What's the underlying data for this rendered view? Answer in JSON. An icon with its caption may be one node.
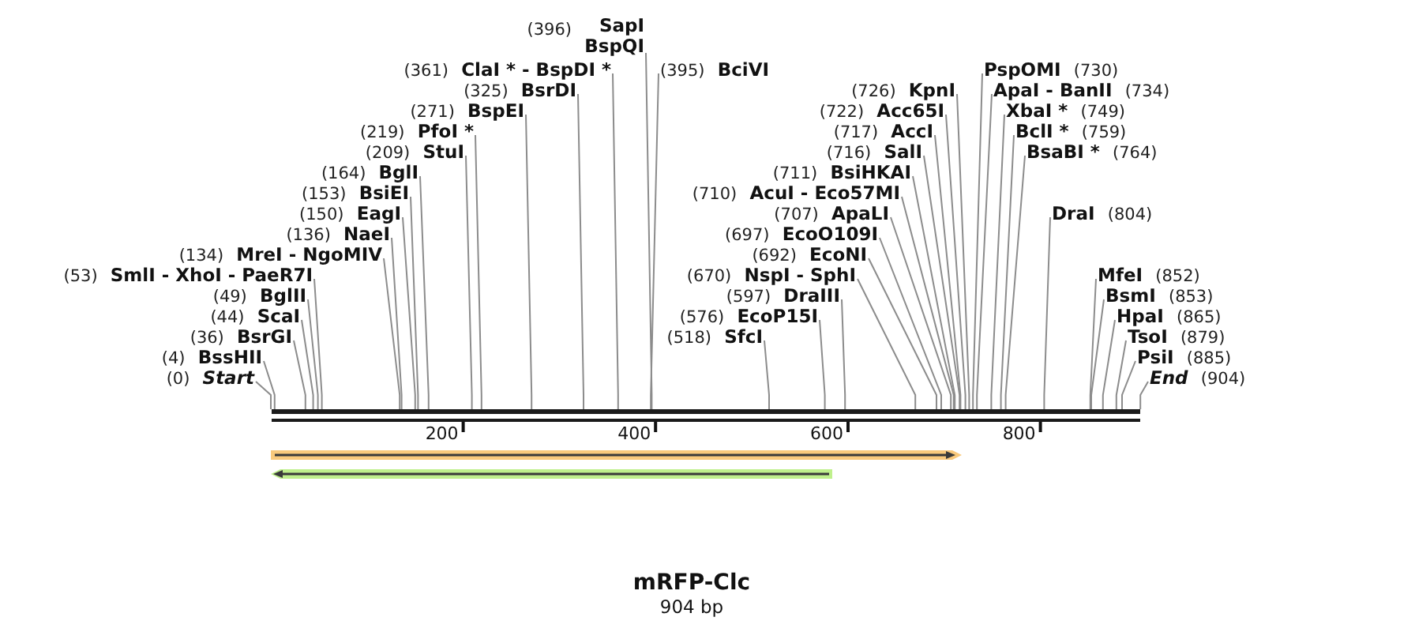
{
  "diagram": {
    "title": "mRFP-Clc",
    "caption": "904 bp",
    "nodes": [
      {
        "text": [
          "(0)",
          "Start"
        ]
      },
      {
        "text": [
          "(4)",
          "BssHII"
        ]
      },
      {
        "text": [
          "(36)",
          "BsrGI"
        ]
      },
      {
        "text": [
          "(44)",
          "ScaI"
        ]
      },
      {
        "text": [
          "(49)",
          "BglII"
        ]
      },
      {
        "text": [
          "(53)",
          "SmlI - XhoI - PaeR7I"
        ]
      },
      {
        "text": [
          "(134)",
          "MreI - NgoMIV"
        ]
      },
      {
        "text": [
          "(136)",
          "NaeI"
        ]
      },
      {
        "text": [
          "(150)",
          "EagI"
        ]
      },
      {
        "text": [
          "(153)",
          "BsiEI"
        ]
      },
      {
        "text": [
          "(164)",
          "BglI"
        ]
      },
      {
        "text": [
          "(209)",
          "StuI"
        ]
      },
      {
        "text": [
          "(219)",
          "PfoI *"
        ]
      },
      {
        "text": [
          "(271)",
          "BspEI"
        ]
      },
      {
        "text": [
          "(325)",
          "BsrDI"
        ]
      },
      {
        "text": [
          "(361)",
          "ClaI * - BspDI *"
        ]
      },
      {
        "text": [
          "(395)",
          "BciVI"
        ]
      },
      {
        "text": [
          "(396)",
          "SapI BspQI"
        ]
      },
      {
        "text": [
          "(518)",
          "SfcI"
        ]
      },
      {
        "text": [
          "(576)",
          "EcoP15I"
        ]
      },
      {
        "text": [
          "(597)",
          "DraIII"
        ]
      },
      {
        "text": [
          "(670)",
          "NspI - SphI"
        ]
      },
      {
        "text": [
          "(692)",
          "EcoNI"
        ]
      },
      {
        "text": [
          "(697)",
          "EcoO109I"
        ]
      },
      {
        "text": [
          "(707)",
          "ApaLI"
        ]
      },
      {
        "text": [
          "(710)",
          "AcuI - Eco57MI"
        ]
      },
      {
        "text": [
          "(711)",
          "BsiHKAI"
        ]
      },
      {
        "text": [
          "(716)",
          "SalI"
        ]
      },
      {
        "text": [
          "(717)",
          "AccI"
        ]
      },
      {
        "text": [
          "(722)",
          "Acc65I"
        ]
      },
      {
        "text": [
          "(726)",
          "KpnI"
        ]
      },
      {
        "text": [
          "PspOMI",
          "(730)"
        ]
      },
      {
        "text": [
          "ApaI - BanII",
          "(734)"
        ]
      },
      {
        "text": [
          "XbaI *",
          "(749)"
        ]
      },
      {
        "text": [
          "BclI *",
          "(759)"
        ]
      },
      {
        "text": [
          "BsaBI *",
          "(764)"
        ]
      },
      {
        "text": [
          "DraI",
          "(804)"
        ]
      },
      {
        "text": [
          "MfeI",
          "(852)"
        ]
      },
      {
        "text": [
          "BsmI",
          "(853)"
        ]
      },
      {
        "text": [
          "HpaI",
          "(865)"
        ]
      },
      {
        "text": [
          "TsoI",
          "(879)"
        ]
      },
      {
        "text": [
          "PsiI",
          "(885)"
        ]
      },
      {
        "text": [
          "End",
          "(904)"
        ]
      },
      {
        "text": [],
        "shape": "bar"
      }
    ],
    "edges": [
      {
        "from": 0,
        "to": 43,
        "arrow": "none"
      },
      {
        "from": 1,
        "to": 43,
        "arrow": "none"
      },
      {
        "from": 2,
        "to": 43,
        "arrow": "none"
      },
      {
        "from": 3,
        "to": 43,
        "arrow": "none"
      },
      {
        "from": 4,
        "to": 43,
        "arrow": "none"
      },
      {
        "from": 5,
        "to": 43,
        "arrow": "none"
      },
      {
        "from": 6,
        "to": 43,
        "arrow": "none"
      },
      {
        "from": 7,
        "to": 43,
        "arrow": "none"
      },
      {
        "from": 8,
        "to": 43,
        "arrow": "none"
      },
      {
        "from": 9,
        "to": 43,
        "arrow": "none"
      },
      {
        "from": 10,
        "to": 43,
        "arrow": "none"
      },
      {
        "from": 11,
        "to": 43,
        "arrow": "none"
      },
      {
        "from": 12,
        "to": 43,
        "arrow": "none"
      },
      {
        "from": 13,
        "to": 43,
        "arrow": "none"
      },
      {
        "from": 14,
        "to": 43,
        "arrow": "none"
      },
      {
        "from": 15,
        "to": 43,
        "arrow": "none"
      },
      {
        "from": 16,
        "to": 43,
        "arrow": "none"
      },
      {
        "from": 17,
        "to": 43,
        "arrow": "none"
      },
      {
        "from": 18,
        "to": 43,
        "arrow": "none"
      },
      {
        "from": 19,
        "to": 43,
        "arrow": "none"
      },
      {
        "from": 20,
        "to": 43,
        "arrow": "none"
      },
      {
        "from": 21,
        "to": 43,
        "arrow": "none"
      },
      {
        "from": 22,
        "to": 43,
        "arrow": "none"
      },
      {
        "from": 23,
        "to": 43,
        "arrow": "none"
      },
      {
        "from": 24,
        "to": 43,
        "arrow": "none"
      },
      {
        "from": 25,
        "to": 43,
        "arrow": "none"
      },
      {
        "from": 26,
        "to": 43,
        "arrow": "none"
      },
      {
        "from": 27,
        "to": 43,
        "arrow": "none"
      },
      {
        "from": 28,
        "to": 43,
        "arrow": "none"
      },
      {
        "from": 29,
        "to": 43,
        "arrow": "none"
      },
      {
        "from": 30,
        "to": 43,
        "arrow": "none"
      },
      {
        "from": 31,
        "to": 43,
        "arrow": "none"
      },
      {
        "from": 32,
        "to": 43,
        "arrow": "none"
      },
      {
        "from": 33,
        "to": 43,
        "arrow": "none"
      },
      {
        "from": 34,
        "to": 43,
        "arrow": "none"
      },
      {
        "from": 35,
        "to": 43,
        "arrow": "none"
      },
      {
        "from": 36,
        "to": 43,
        "arrow": "none"
      },
      {
        "from": 37,
        "to": 43,
        "arrow": "none"
      },
      {
        "from": 38,
        "to": 43,
        "arrow": "none"
      },
      {
        "from": 39,
        "to": 43,
        "arrow": "none"
      },
      {
        "from": 40,
        "to": 43,
        "arrow": "none"
      },
      {
        "from": 41,
        "to": 43,
        "arrow": "none"
      },
      {
        "from": 42,
        "to": 43,
        "arrow": "none"
      }
    ],
    "labels": [
      "200",
      "400",
      "600",
      "800"
    ]
  }
}
